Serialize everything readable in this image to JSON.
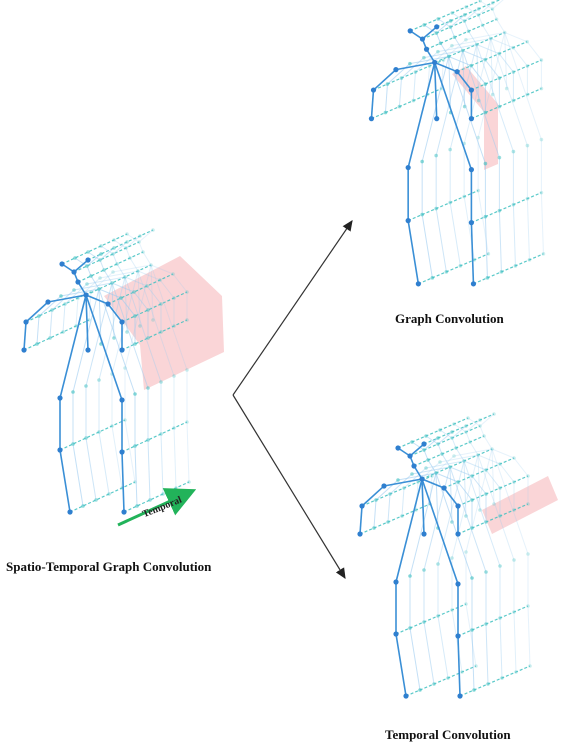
{
  "captions": {
    "main": "Spatio-Temporal Graph Convolution",
    "graph": "Graph Convolution",
    "temporal": "Temporal Convolution",
    "arrow_label": "Temporal"
  },
  "colors": {
    "bone": "#3a8fd6",
    "bone_light": "#9cccf0",
    "joint": "#2f7fcf",
    "temporal_link": "#3cc0c0",
    "highlight": "#f6b3b6",
    "temporal_arrow": "#22b35a",
    "flow_arrow": "#333333"
  },
  "skeleton": {
    "frames": 6,
    "joints": [
      "head",
      "neck",
      "chest",
      "l_shoulder",
      "l_elbow",
      "l_hand",
      "r_shoulder",
      "r_elbow",
      "r_hand",
      "pelvis",
      "l_hip",
      "l_knee",
      "l_foot",
      "r_hip",
      "r_knee",
      "r_foot",
      "l_eye",
      "r_eye"
    ]
  }
}
